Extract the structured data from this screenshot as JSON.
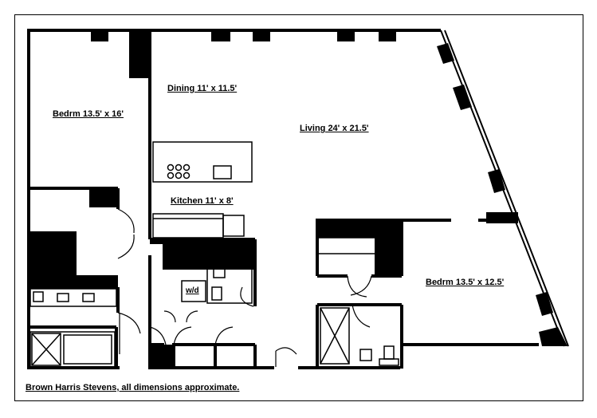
{
  "rooms": {
    "dining": "Dining 11' x 11.5'",
    "bedroom_left": "Bedrm 13.5' x 16'",
    "living": "Living 24' x 21.5'",
    "kitchen": "Kitchen 11' x 8'",
    "bedroom_right": "Bedrm 13.5' x 12.5'",
    "washer_dryer": "w/d"
  },
  "footer": {
    "credit": "Brown Harris Stevens, all dimensions approximate."
  },
  "colors": {
    "wall": "#000000",
    "background": "#ffffff"
  }
}
